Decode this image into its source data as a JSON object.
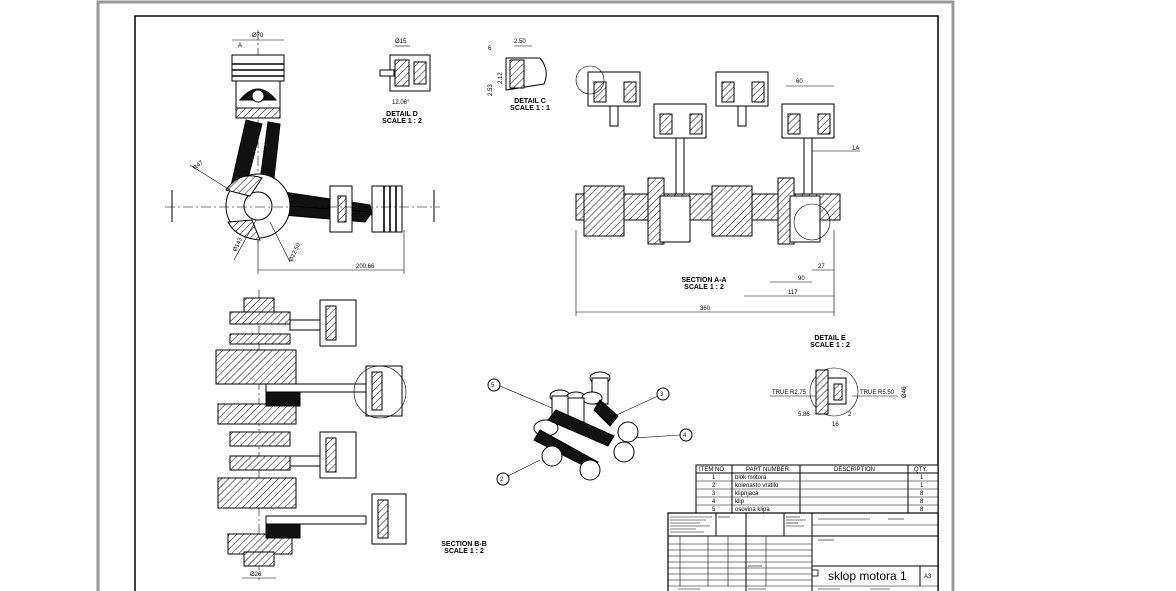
{
  "views": {
    "detail_d": {
      "caption_line1": "DETAIL D",
      "caption_line2": "SCALE 1 : 2",
      "dims": [
        "Ø15",
        "12.06°"
      ]
    },
    "detail_c": {
      "caption_line1": "DETAIL C",
      "caption_line2": "SCALE 1 : 1",
      "dims": [
        "2.50",
        "6",
        "2.53",
        "2.12"
      ]
    },
    "front": {
      "dims": [
        "Ø70",
        "A",
        "R47",
        "Ø143",
        "Ø22.50",
        "200.66"
      ]
    },
    "section_aa": {
      "caption_line1": "SECTION A-A",
      "caption_line2": "SCALE 1 : 2",
      "dims": [
        "60",
        "1A",
        "90",
        "27",
        "117",
        "360"
      ]
    },
    "detail_e": {
      "caption_line1": "DETAIL E",
      "caption_line2": "SCALE 1 : 2",
      "dims": [
        "TRUE R2.75",
        "TRUE R5.50",
        "Ø46",
        "5.86",
        "2",
        "16"
      ]
    },
    "section_bb": {
      "caption_line1": "SECTION B-B",
      "caption_line2": "SCALE 1 : 2",
      "dims": [
        "Ø26"
      ]
    },
    "balloons": [
      "5",
      "3",
      "4",
      "2"
    ]
  },
  "bom": {
    "headers": [
      "ITEM NO.",
      "PART NUMBER",
      "DESCRIPTION",
      "QTY."
    ],
    "rows": [
      [
        "1",
        "blok motora",
        "",
        "1"
      ],
      [
        "2",
        "kolenasto vratilo",
        "",
        "1"
      ],
      [
        "3",
        "klipnjaca",
        "",
        "8"
      ],
      [
        "4",
        "klip",
        "",
        "8"
      ],
      [
        "5",
        "osovina klipa",
        "",
        "8"
      ]
    ]
  },
  "title_block": {
    "title": "sklop motora 1",
    "size": "A3"
  }
}
